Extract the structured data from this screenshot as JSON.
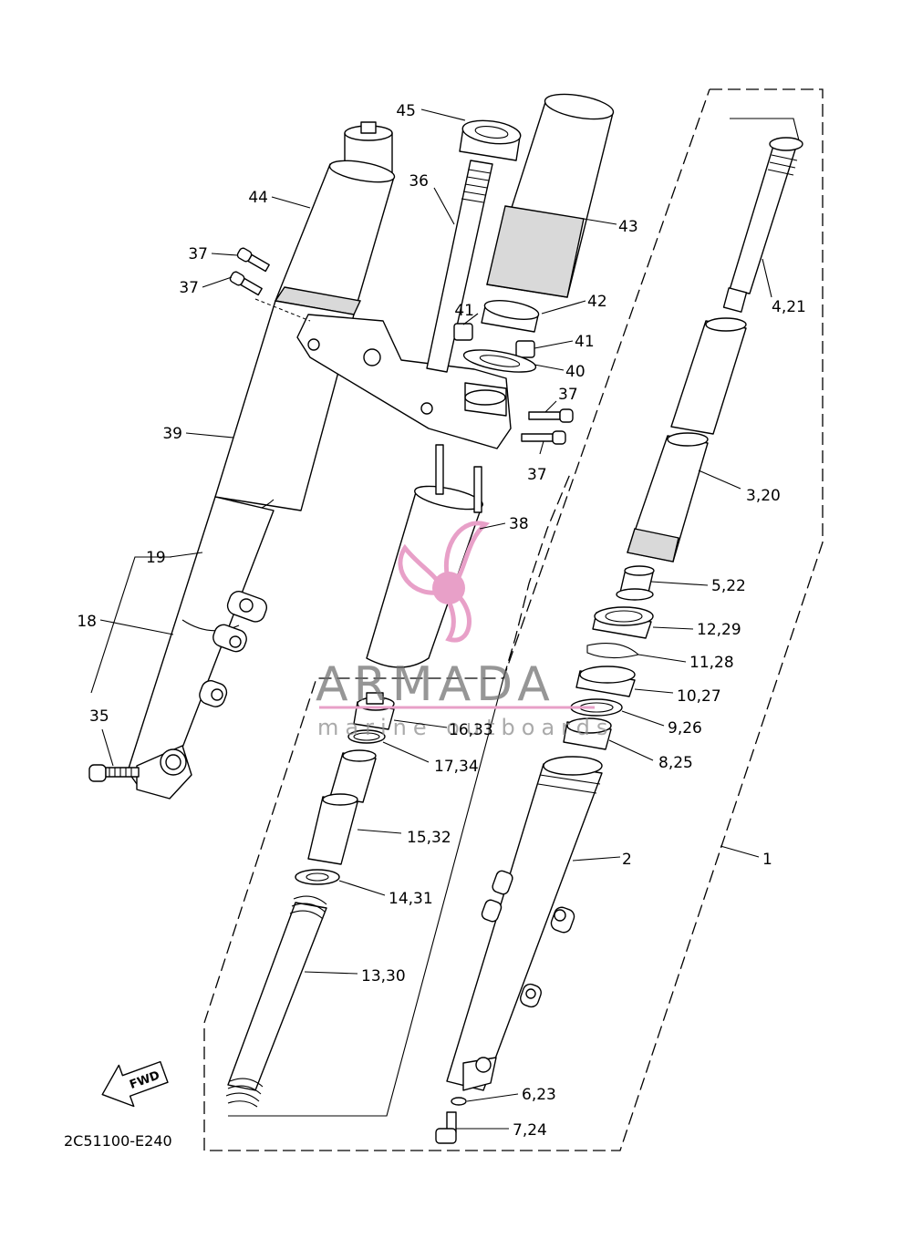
{
  "diagram_code": "2C51100-E240",
  "fwd_arrow_text": "FWD",
  "watermark": {
    "brand": "ARMADA",
    "tagline": "marine outboards",
    "accent_color": "#e8a0c8",
    "text_color": "#6e6e6e"
  },
  "labels": {
    "p1": "1",
    "p2": "2",
    "p320": "3,20",
    "p421": "4,21",
    "p522": "5,22",
    "p623": "6,23",
    "p724": "7,24",
    "p825": "8,25",
    "p926": "9,26",
    "p1027": "10,27",
    "p1128": "11,28",
    "p1229": "12,29",
    "p1330": "13,30",
    "p1431": "14,31",
    "p1532": "15,32",
    "p1633": "16,33",
    "p1734": "17,34",
    "p18": "18",
    "p19": "19",
    "p35": "35",
    "p36": "36",
    "p37a": "37",
    "p37b": "37",
    "p37c": "37",
    "p37d": "37",
    "p38": "38",
    "p39": "39",
    "p40": "40",
    "p41a": "41",
    "p41b": "41",
    "p42": "42",
    "p43": "43",
    "p44": "44",
    "p45": "45"
  }
}
